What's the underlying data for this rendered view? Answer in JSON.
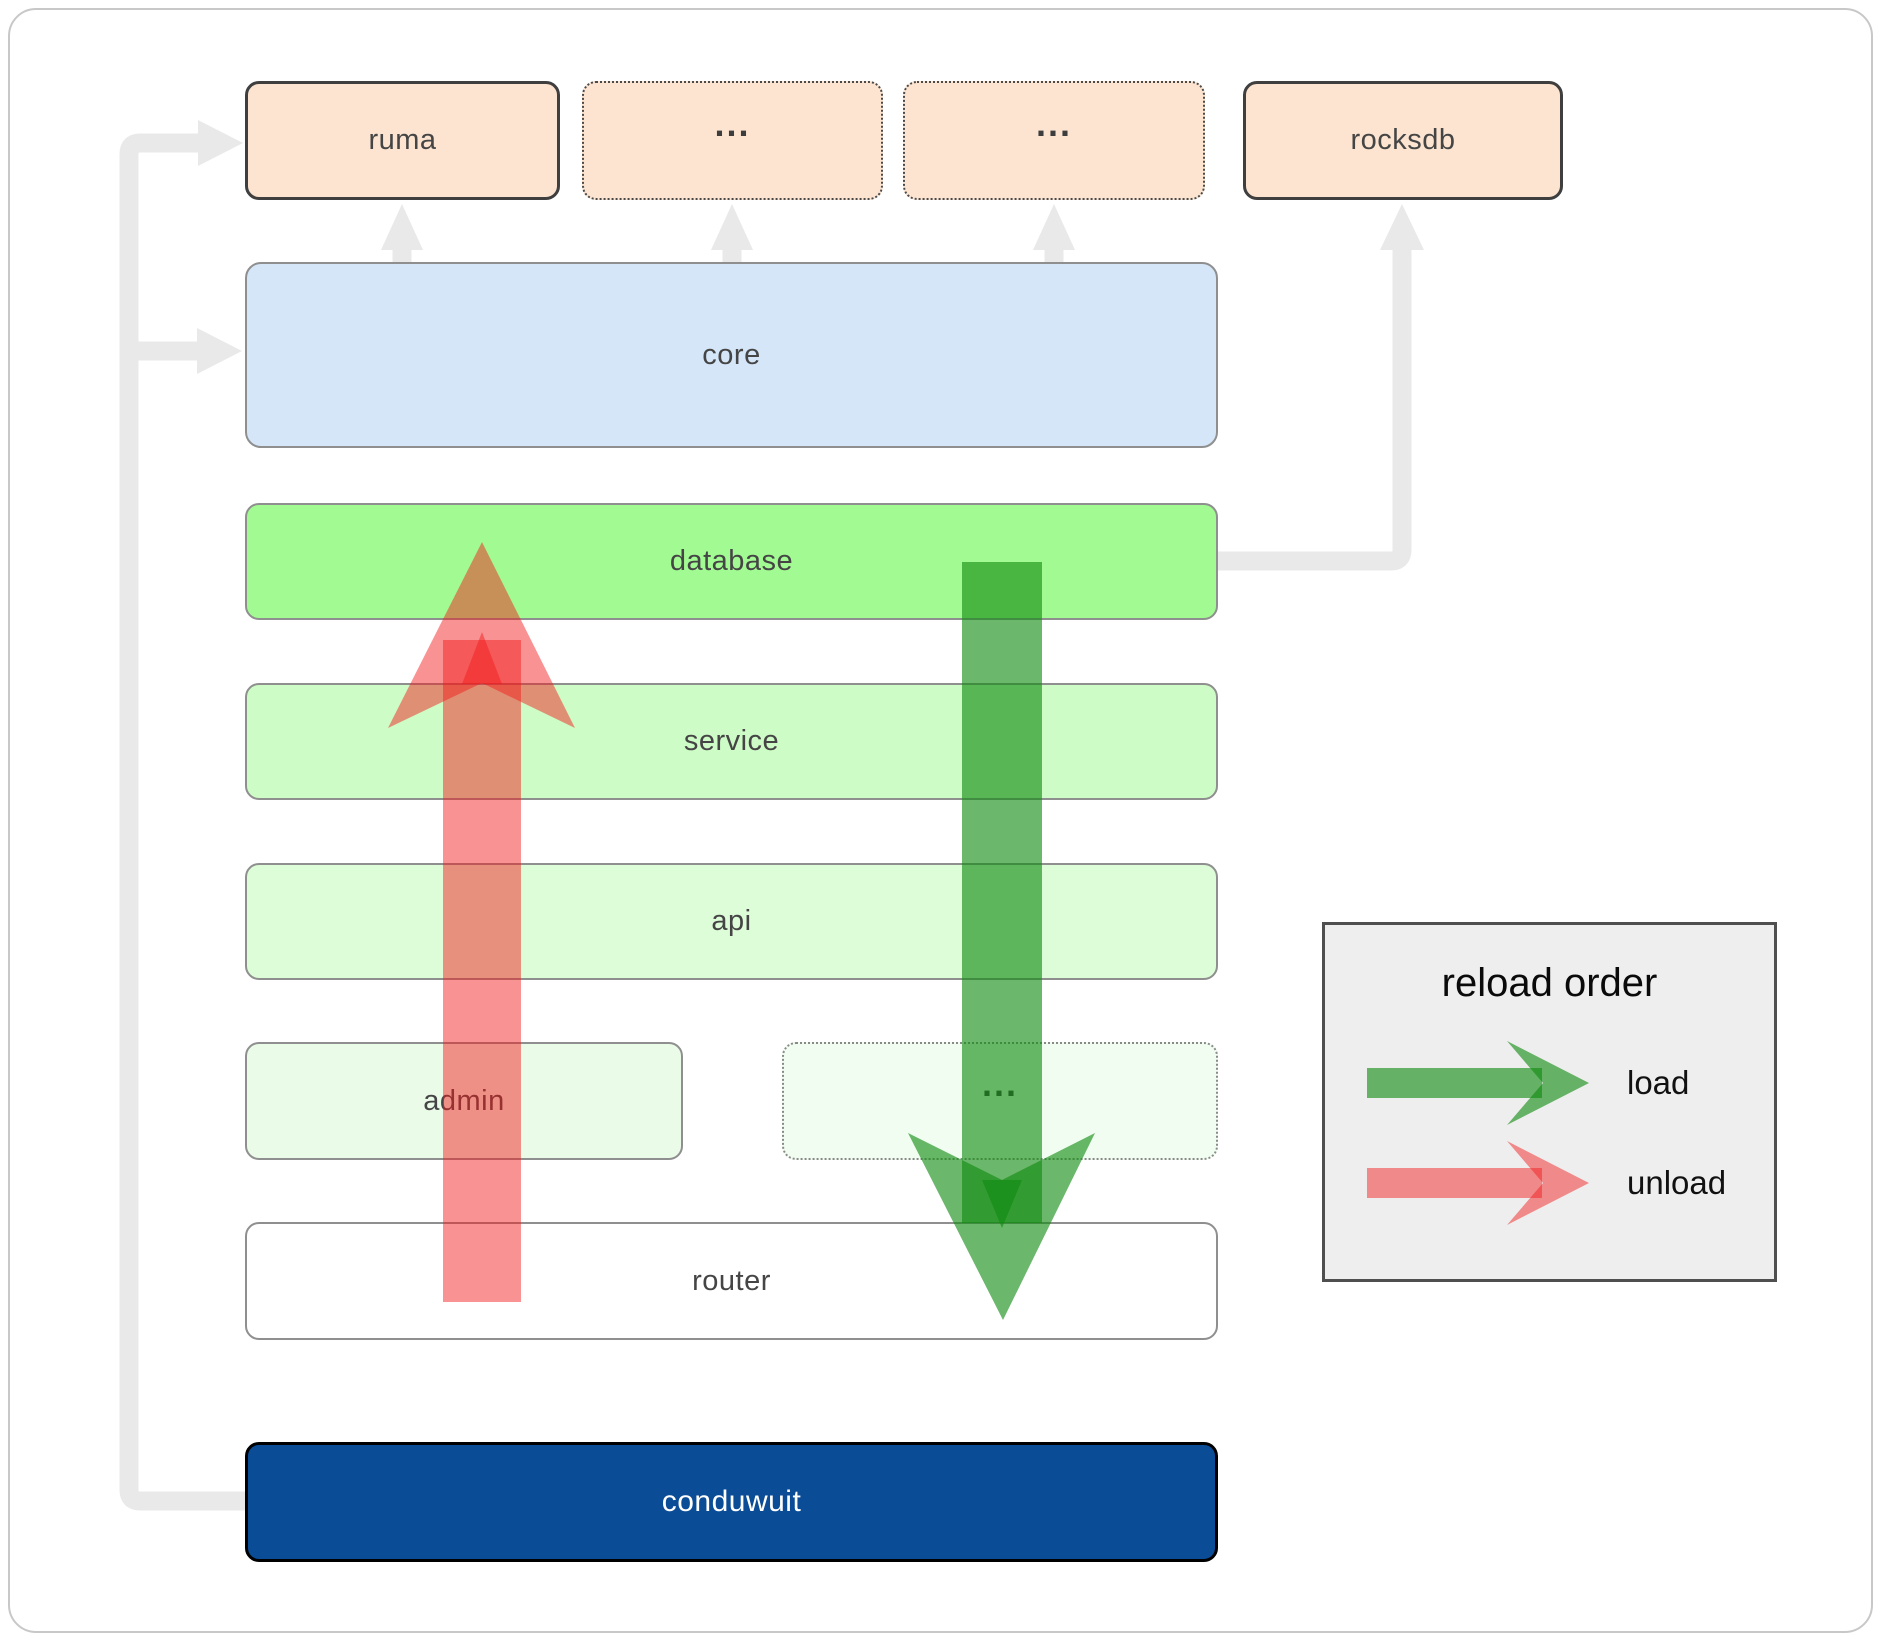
{
  "nodes": {
    "ruma": {
      "label": "ruma"
    },
    "crate_other_1": {
      "label": "..."
    },
    "crate_other_2": {
      "label": "..."
    },
    "rocksdb": {
      "label": "rocksdb"
    },
    "core": {
      "label": "core"
    },
    "database": {
      "label": "database"
    },
    "service": {
      "label": "service"
    },
    "api": {
      "label": "api"
    },
    "admin": {
      "label": "admin"
    },
    "service_other": {
      "label": "..."
    },
    "router": {
      "label": "router"
    },
    "conduwuit": {
      "label": "conduwuit"
    }
  },
  "legend": {
    "title": "reload order",
    "items": [
      {
        "icon": "load-arrow-icon",
        "label": "load"
      },
      {
        "icon": "unload-arrow-icon",
        "label": "unload"
      }
    ]
  },
  "colors": {
    "load_arrow_green": "#108a10",
    "unload_arrow_red": "#f21b1b",
    "conduwuit_blue": "#0b4c97",
    "core_blue": "#d5e6f9",
    "database_green": "#a2fb92",
    "service_green": "#cefcc6",
    "api_green": "#ddfcd8",
    "admin_green": "#eafce8",
    "crate_peach": "#fce4d0",
    "connector_gray": "#e9e9e9"
  }
}
